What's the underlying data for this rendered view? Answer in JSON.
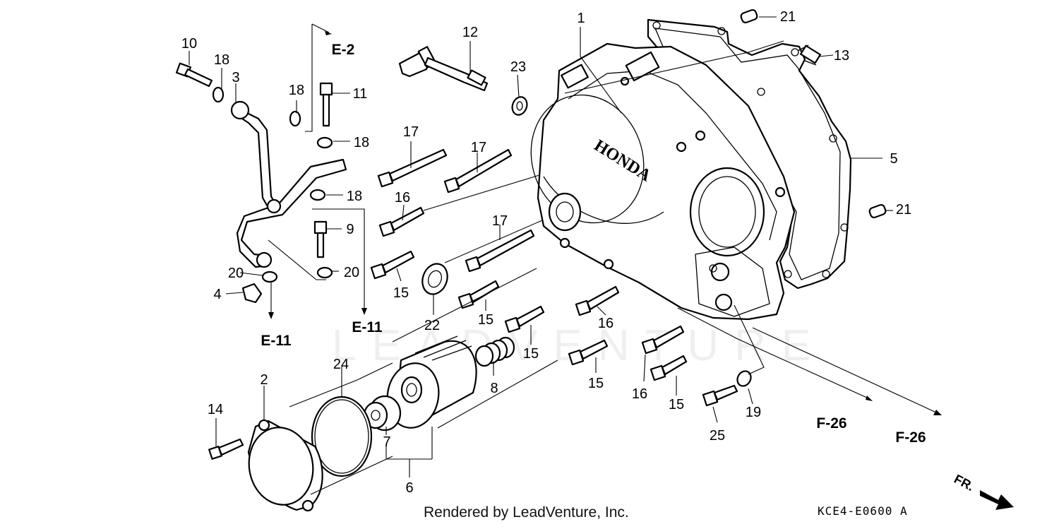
{
  "part_labels": [
    "1",
    "2",
    "3",
    "4",
    "5",
    "6",
    "7",
    "8",
    "9",
    "10",
    "11",
    "12",
    "13",
    "14",
    "15",
    "16",
    "17",
    "18",
    "19",
    "20",
    "21",
    "22",
    "23",
    "24",
    "25"
  ],
  "repeat_labels": {
    "15": "15",
    "16": "16",
    "17": "17",
    "18": "18",
    "20": "20",
    "21": "21"
  },
  "refs": {
    "e2": "E-2",
    "e11": "E-11",
    "f26": "F-26"
  },
  "brand_on_cover": "HONDA",
  "front_arrow": "FR.",
  "credit": "Rendered by LeadVenture, Inc.",
  "diagram_code": "KCE4-E0600",
  "diagram_code_suffix": "A",
  "watermark": "LEADVENTURE",
  "colors": {
    "line": "#000000",
    "background": "#ffffff"
  }
}
